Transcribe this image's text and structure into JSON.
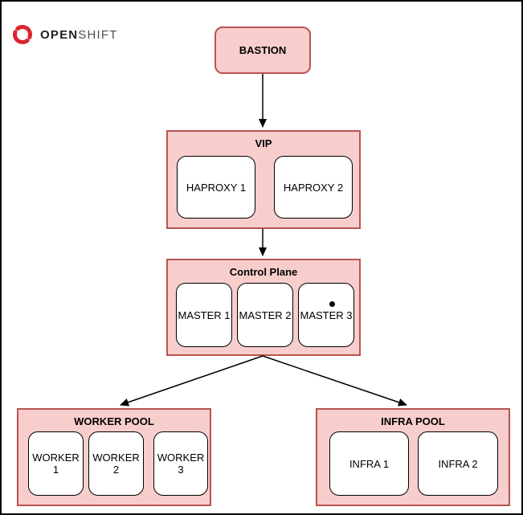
{
  "brand": {
    "logo_icon": "openshift-circular-arrows",
    "name_bold": "OPEN",
    "name_light": "SHIFT"
  },
  "nodes": {
    "bastion": "BASTION"
  },
  "groups": {
    "vip": {
      "title": "VIP",
      "nodes": [
        "HAPROXY 1",
        "HAPROXY 2"
      ]
    },
    "control_plane": {
      "title": "Control Plane",
      "nodes": [
        "MASTER 1",
        "MASTER 2",
        "MASTER 3"
      ]
    },
    "worker_pool": {
      "title": "WORKER POOL",
      "nodes": [
        "WORKER 1",
        "WORKER 2",
        "WORKER 3"
      ]
    },
    "infra_pool": {
      "title": "INFRA POOL",
      "nodes": [
        "INFRA 1",
        "INFRA 2"
      ]
    }
  },
  "edges": [
    {
      "from": "BASTION",
      "to": "VIP"
    },
    {
      "from": "VIP",
      "to": "Control Plane"
    },
    {
      "from": "Control Plane",
      "to": "WORKER POOL"
    },
    {
      "from": "Control Plane",
      "to": "INFRA POOL"
    }
  ],
  "colors": {
    "group_fill": "#f8cecc",
    "group_border": "#b85450",
    "node_fill": "#ffffff",
    "node_border": "#000000",
    "arrow": "#000000",
    "brand_red": "#da2430",
    "brand_text_dark": "#231f20",
    "brand_text_gray": "#4d4f52"
  }
}
